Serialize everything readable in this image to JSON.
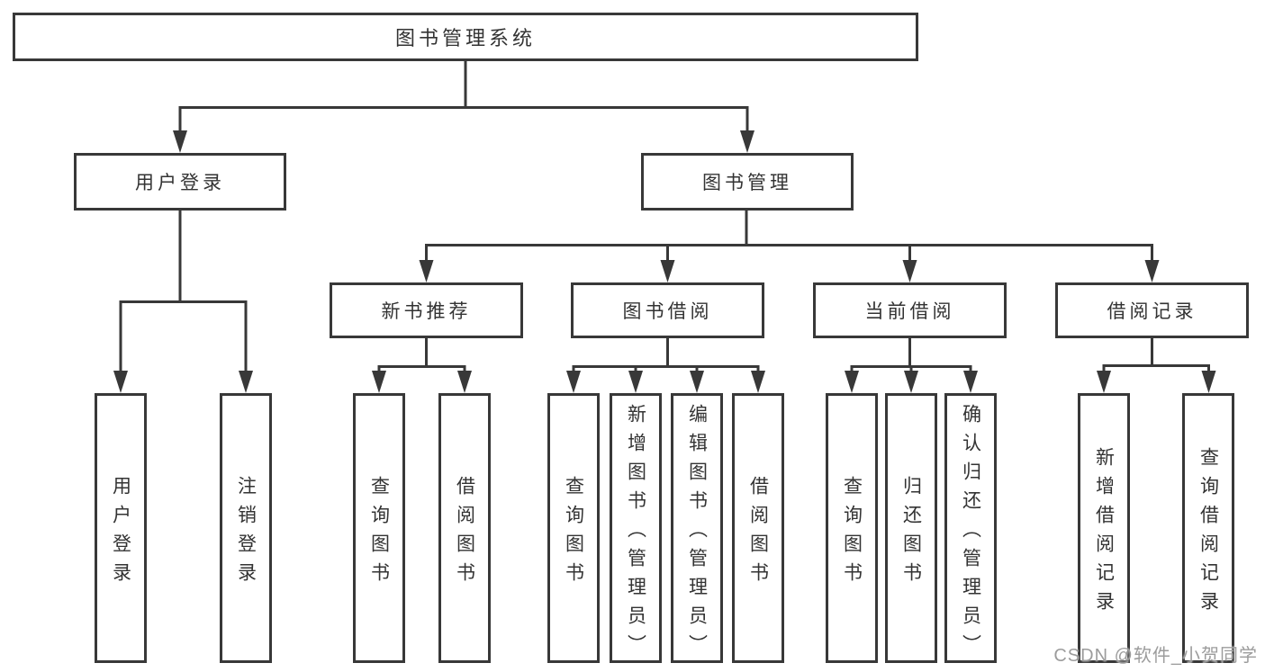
{
  "colors": {
    "background": "#ffffff",
    "line": "#383838",
    "box_border": "#383838",
    "box_fill": "#ffffff",
    "text": "#333333",
    "watermark": "#9c9c9c"
  },
  "tree": {
    "root": {
      "label": "图书管理系统"
    },
    "level2": [
      {
        "label": "用户登录"
      },
      {
        "label": "图书管理"
      }
    ],
    "level3": [
      {
        "label": "新书推荐",
        "parent": "图书管理"
      },
      {
        "label": "图书借阅",
        "parent": "图书管理"
      },
      {
        "label": "当前借阅",
        "parent": "图书管理"
      },
      {
        "label": "借阅记录",
        "parent": "图书管理"
      }
    ],
    "leaves": [
      {
        "label": "用户登录",
        "parent": "用户登录"
      },
      {
        "label": "注销登录",
        "parent": "用户登录"
      },
      {
        "label": "查询图书",
        "parent": "新书推荐"
      },
      {
        "label": "借阅图书",
        "parent": "新书推荐"
      },
      {
        "label": "查询图书",
        "parent": "图书借阅"
      },
      {
        "label": "新增图书（管理员）",
        "parent": "图书借阅"
      },
      {
        "label": "编辑图书（管理员）",
        "parent": "图书借阅"
      },
      {
        "label": "借阅图书",
        "parent": "图书借阅"
      },
      {
        "label": "查询图书",
        "parent": "当前借阅"
      },
      {
        "label": "归还图书",
        "parent": "当前借阅"
      },
      {
        "label": "确认归还（管理员）",
        "parent": "当前借阅"
      },
      {
        "label": "新增借阅记录",
        "parent": "借阅记录"
      },
      {
        "label": "查询借阅记录",
        "parent": "借阅记录"
      }
    ]
  },
  "watermark": {
    "text": "CSDN @软件_小贺同学"
  }
}
